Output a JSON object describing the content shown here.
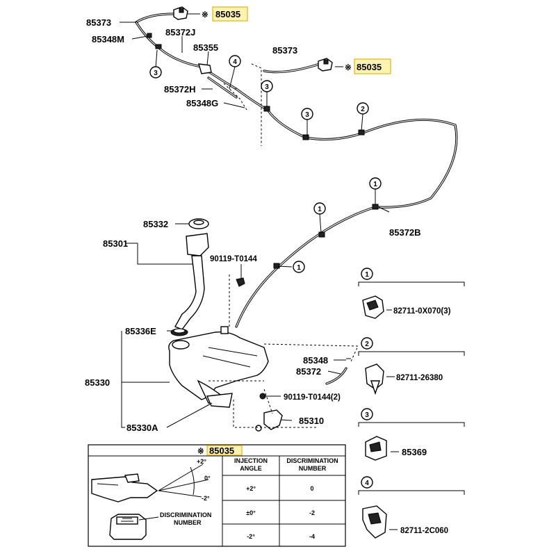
{
  "callouts": {
    "p85373_a": "85373",
    "p85035_a": "85035",
    "p85348M": "85348M",
    "p85372J": "85372J",
    "p85355": "85355",
    "p85373_b": "85373",
    "p85035_b": "85035",
    "p85372H": "85372H",
    "p85348G": "85348G",
    "p85372B": "85372B",
    "p85332": "85332",
    "p85301": "85301",
    "p90119_a": "90119-T0144",
    "p85336E": "85336E",
    "p85348": "85348",
    "p85372": "85372",
    "p85330": "85330",
    "p90119_b": "90119-T0144(2)",
    "p85310": "85310",
    "p85330A": "85330A",
    "mark": "※"
  },
  "circles": [
    "1",
    "2",
    "3",
    "4"
  ],
  "legend": [
    {
      "num": "1",
      "part": "82711-0X070(3)"
    },
    {
      "num": "2",
      "part": "82711-26380"
    },
    {
      "num": "3",
      "part": "85369"
    },
    {
      "num": "4",
      "part": "82711-2C060"
    }
  ],
  "table": {
    "title": "85035",
    "mark": "※",
    "col1_header": "INJECTION ANGLE",
    "col2_header": "DISCRIMINATION NUMBER",
    "rows": [
      {
        "angle": "+2°",
        "num": "0"
      },
      {
        "angle": "±0°",
        "num": "-2"
      },
      {
        "angle": "-2°",
        "num": "-4"
      }
    ],
    "angle_marks": [
      "+2°",
      "0°",
      "-2°"
    ],
    "disc_label_1": "DISCRIMINATION",
    "disc_label_2": "NUMBER"
  }
}
